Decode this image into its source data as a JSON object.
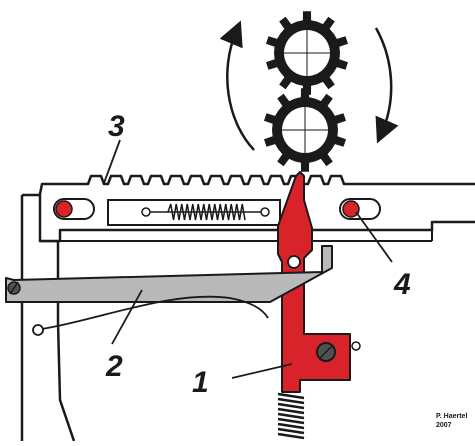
{
  "labels": {
    "slider": "1",
    "lever": "2",
    "rack": "3",
    "pin": "4"
  },
  "credit": {
    "author": "P. Haertel",
    "year": "2007"
  },
  "colors": {
    "ink": "#1a1a1a",
    "accent": "#d8232a",
    "lever_fill": "#b9b9b9",
    "paper": "#ffffff"
  },
  "icons": {
    "upper_gear": "gear-icon",
    "lower_gear": "gear-icon",
    "rotation_left": "curved-arrow-up-icon",
    "rotation_right": "curved-arrow-down-icon",
    "spring": "coil-spring-icon"
  }
}
